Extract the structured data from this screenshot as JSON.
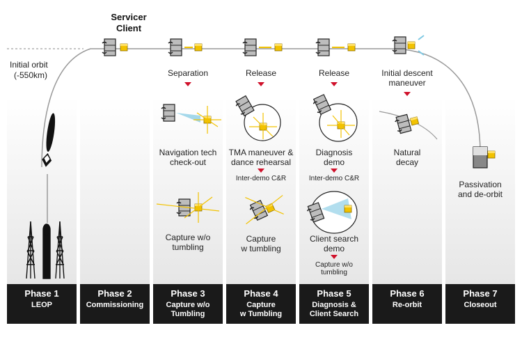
{
  "top_labels": {
    "servicer": "Servicer",
    "client": "Client",
    "initial_orbit": "Initial orbit",
    "altitude": "(-550km)"
  },
  "orbit_labels": {
    "separation": "Separation",
    "release1": "Release",
    "release2": "Release",
    "descent1": "Initial descent",
    "descent2": "maneuver"
  },
  "activities": {
    "nav1": "Navigation tech",
    "nav2": "check-out",
    "cap1": "Capture w/o",
    "cap2": "tumbling",
    "tma1": "TMA maneuver &",
    "tma2": "dance rehearsal",
    "interdemo1": "Inter-demo C&R",
    "capt1": "Capture",
    "capt2": "w tumbling",
    "diag1": "Diagnosis",
    "diag2": "demo",
    "interdemo2": "Inter-demo C&R",
    "search1": "Client search",
    "search2": "demo",
    "capsmall1": "Capture w/o",
    "capsmall2": "tumbling",
    "decay1": "Natural",
    "decay2": "decay",
    "pass1": "Passivation",
    "pass2": "and de-orbit"
  },
  "phases": [
    {
      "title": "Phase 1",
      "sub1": "LEOP",
      "sub2": ""
    },
    {
      "title": "Phase 2",
      "sub1": "Commissioning",
      "sub2": ""
    },
    {
      "title": "Phase 3",
      "sub1": "Capture w/o",
      "sub2": "Tumbling"
    },
    {
      "title": "Phase 4",
      "sub1": "Capture",
      "sub2": "w Tumbling"
    },
    {
      "title": "Phase 5",
      "sub1": "Diagnosis &",
      "sub2": "Client Search"
    },
    {
      "title": "Phase 6",
      "sub1": "Re-orbit",
      "sub2": ""
    },
    {
      "title": "Phase 7",
      "sub1": "Closeout",
      "sub2": ""
    }
  ],
  "colors": {
    "column_bg": "#e8e8e8",
    "phase_bg": "#1a1a1a",
    "accent_red": "#d0112b",
    "client_yellow": "#f2c200",
    "beam_blue": "#7ec8e3"
  }
}
